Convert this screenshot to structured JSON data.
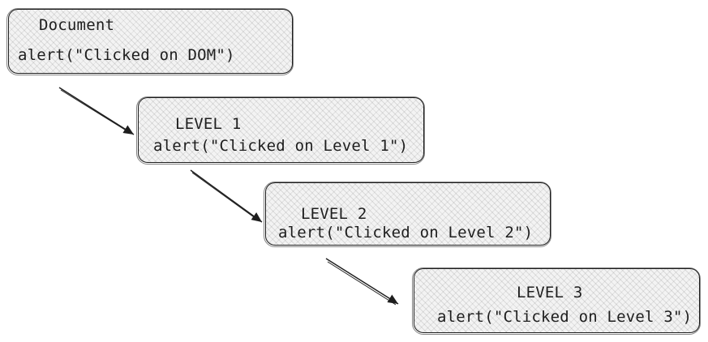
{
  "boxes": [
    {
      "id": "document",
      "title": "Document",
      "code": "alert(\"Clicked on DOM\")"
    },
    {
      "id": "level1",
      "title": "LEVEL 1",
      "code": "alert(\"Clicked on Level 1\")"
    },
    {
      "id": "level2",
      "title": "LEVEL 2",
      "code": "alert(\"Clicked on Level 2\")"
    },
    {
      "id": "level3",
      "title": "LEVEL 3",
      "code": "alert(\"Clicked on Level 3\")"
    }
  ],
  "colors": {
    "stroke": "#1e1e1e",
    "fill": "#f3f3f3",
    "background": "#ffffff"
  }
}
